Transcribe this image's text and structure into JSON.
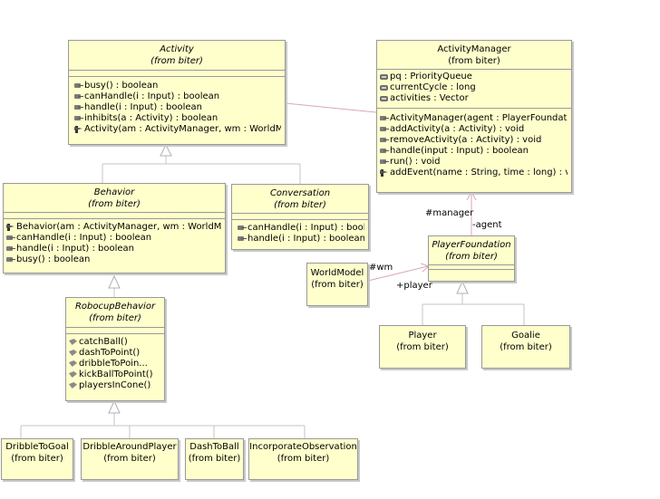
{
  "classes": {
    "activity": {
      "name": "Activity",
      "stereotype": "(from biter)",
      "methods": [
        "busy() : boolean",
        "canHandle(i : Input) : boolean",
        "handle(i : Input) : boolean",
        "inhibits(a : Activity) : boolean",
        "Activity(am : ActivityManager, wm : WorldModel)"
      ]
    },
    "activity_manager": {
      "name": "ActivityManager",
      "stereotype": "(from biter)",
      "attributes": [
        "pq : PriorityQueue",
        "currentCycle : long",
        "activities : Vector"
      ],
      "methods": [
        "ActivityManager(agent : PlayerFoundation)",
        "addActivity(a : Activity) : void",
        "removeActivity(a : Activity) : void",
        "handle(input : Input) : boolean",
        "run() : void",
        "addEvent(name : String, time : long) : void"
      ]
    },
    "behavior": {
      "name": "Behavior",
      "stereotype": "(from biter)",
      "methods": [
        "Behavior(am : ActivityManager, wm : WorldMod...",
        "canHandle(i : Input) : boolean",
        "handle(i : Input) : boolean",
        "busy() : boolean"
      ]
    },
    "conversation": {
      "name": "Conversation",
      "stereotype": "(from biter)",
      "methods": [
        "canHandle(i : Input) : boole...",
        "handle(i : Input) : boolean"
      ]
    },
    "robocup_behavior": {
      "name": "RobocupBehavior",
      "stereotype": "(from biter)",
      "methods": [
        "catchBall()",
        "dashToPoint()",
        "dribbleToPoin...",
        "kickBallToPoint()",
        "playersInCone()"
      ]
    },
    "player_foundation": {
      "name": "PlayerFoundation",
      "stereotype": "(from biter)"
    },
    "world_model": {
      "name": "WorldModel",
      "stereotype": "(from biter)"
    },
    "player": {
      "name": "Player",
      "stereotype": "(from biter)"
    },
    "goalie": {
      "name": "Goalie",
      "stereotype": "(from biter)"
    },
    "dribble_to_goal": {
      "name": "DribbleToGoal",
      "stereotype": "(from biter)"
    },
    "dribble_around_player": {
      "name": "DribbleAroundPlayer",
      "stereotype": "(from biter)"
    },
    "dash_to_ball": {
      "name": "DashToBall",
      "stereotype": "(from biter)"
    },
    "incorporate_observation": {
      "name": "IncorporateObservation",
      "stereotype": "(from biter)"
    }
  },
  "associations": {
    "manager_role": "#manager",
    "agent_role": "-agent",
    "wm_role": "#wm",
    "player_role": "+player"
  },
  "colors": {
    "class_fill": "#ffffcc",
    "class_border": "#999999",
    "assoc_line": "#d9a7b8",
    "gen_line": "#c6c6c6"
  }
}
